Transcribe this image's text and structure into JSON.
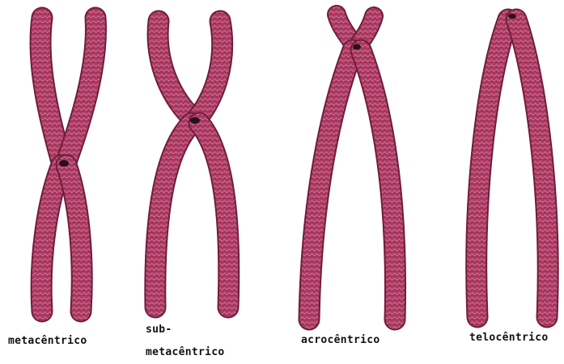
{
  "colors": {
    "chromatid_fill": "#b03a62",
    "chromatid_dark": "#6e1e3a",
    "chromatid_light": "#d98aa8",
    "centromere": "#2a1018",
    "background": "#ffffff"
  },
  "chromosomes": [
    {
      "type": "metacentric",
      "label_lines": [
        "metacêntrico"
      ]
    },
    {
      "type": "submetacentric",
      "label_lines": [
        "sub-",
        "metacêntrico"
      ]
    },
    {
      "type": "acrocentric",
      "label_lines": [
        "acrocêntrico"
      ]
    },
    {
      "type": "telocentric",
      "label_lines": [
        "telocêntrico"
      ]
    }
  ]
}
